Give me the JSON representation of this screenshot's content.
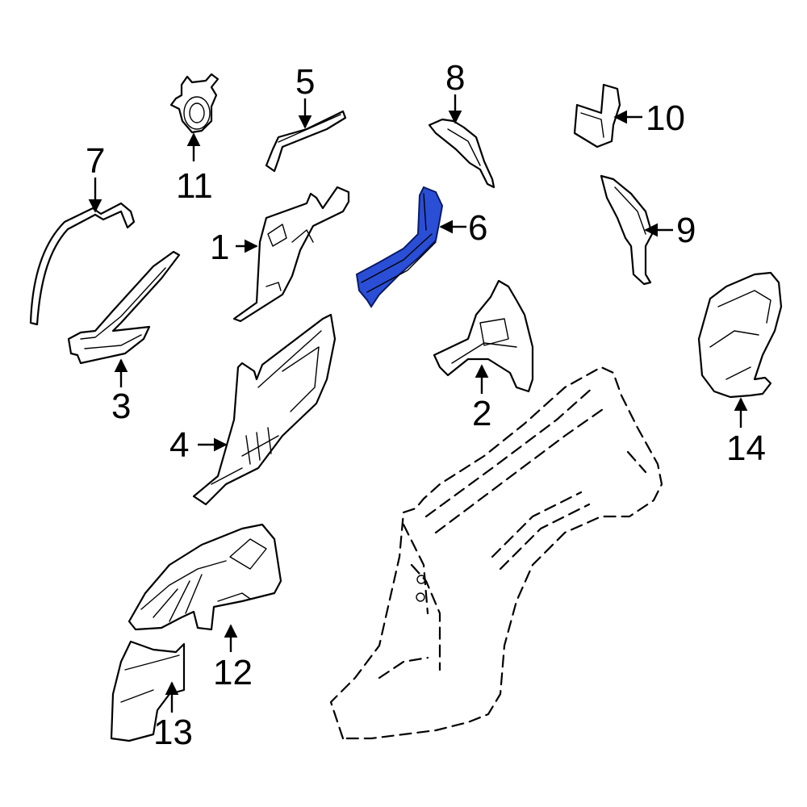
{
  "highlight_color": "#2a4fd6",
  "callouts": [
    {
      "id": "1",
      "label": "1"
    },
    {
      "id": "2",
      "label": "2"
    },
    {
      "id": "3",
      "label": "3"
    },
    {
      "id": "4",
      "label": "4"
    },
    {
      "id": "5",
      "label": "5"
    },
    {
      "id": "6",
      "label": "6",
      "highlighted": true
    },
    {
      "id": "7",
      "label": "7"
    },
    {
      "id": "8",
      "label": "8"
    },
    {
      "id": "9",
      "label": "9"
    },
    {
      "id": "10",
      "label": "10"
    },
    {
      "id": "11",
      "label": "11"
    },
    {
      "id": "12",
      "label": "12"
    },
    {
      "id": "13",
      "label": "13"
    },
    {
      "id": "14",
      "label": "14"
    }
  ]
}
